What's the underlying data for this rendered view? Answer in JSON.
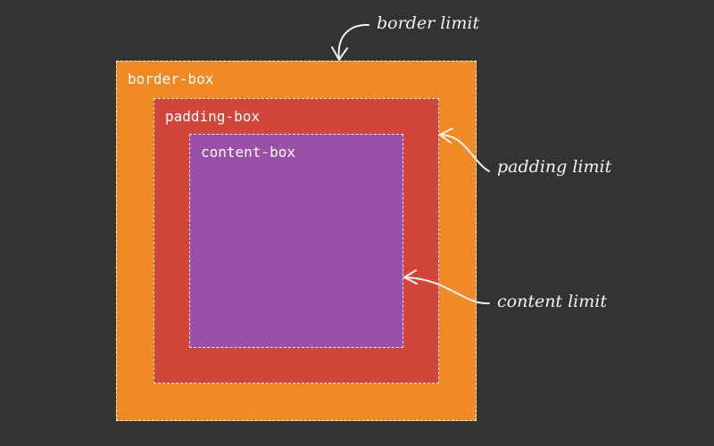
{
  "boxes": {
    "border_box": {
      "label": "border-box",
      "color": "#f08a24"
    },
    "padding_box": {
      "label": "padding-box",
      "color": "#d1453a"
    },
    "content_box": {
      "label": "content-box",
      "color": "#9b4fa8"
    }
  },
  "annotations": {
    "border_limit": "border limit",
    "padding_limit": "padding limit",
    "content_limit": "content limit"
  },
  "colors": {
    "background": "#333333",
    "text": "#ffffff",
    "dashed_outline": "#ffffff"
  }
}
